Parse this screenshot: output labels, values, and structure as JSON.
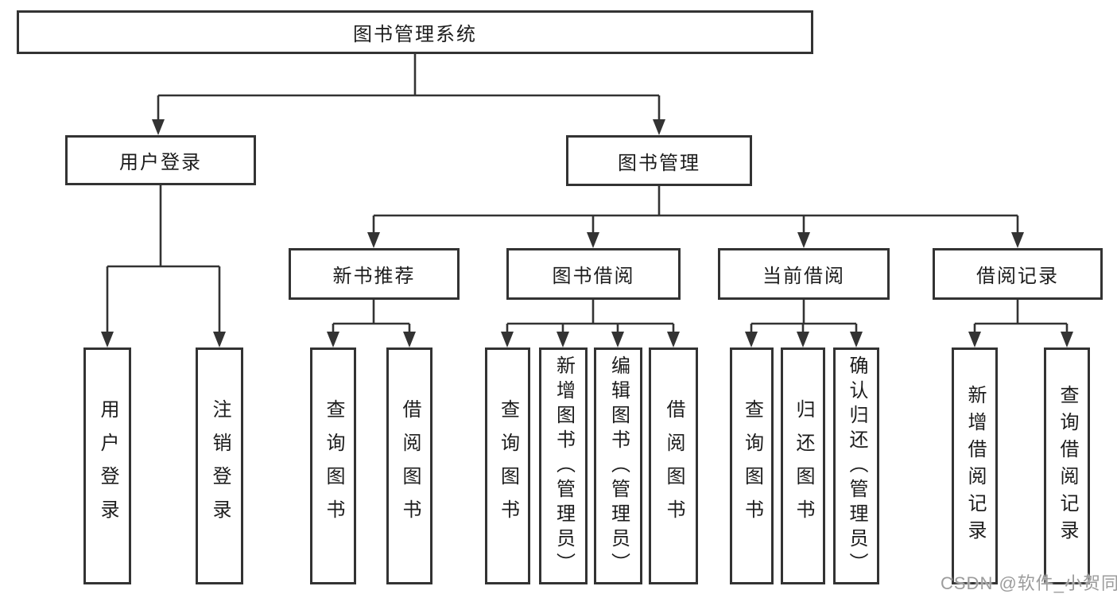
{
  "root": {
    "label": "图书管理系统"
  },
  "user_login": {
    "label": "用户登录",
    "children": [
      {
        "label": "用户登录"
      },
      {
        "label": "注销登录"
      }
    ]
  },
  "book_mgmt": {
    "label": "图书管理",
    "modules": [
      {
        "label": "新书推荐",
        "children": [
          {
            "label": "查询图书"
          },
          {
            "label": "借阅图书"
          }
        ]
      },
      {
        "label": "图书借阅",
        "children": [
          {
            "label": "查询图书"
          },
          {
            "label": "新增图书（管理员）"
          },
          {
            "label": "编辑图书（管理员）"
          },
          {
            "label": "借阅图书"
          }
        ]
      },
      {
        "label": "当前借阅",
        "children": [
          {
            "label": "查询图书"
          },
          {
            "label": "归还图书"
          },
          {
            "label": "确认归还（管理员）"
          }
        ]
      },
      {
        "label": "借阅记录",
        "children": [
          {
            "label": "新增借阅记录"
          },
          {
            "label": "查询借阅记录"
          }
        ]
      }
    ]
  },
  "watermark": {
    "text": "CSDN @软件_小贺同学"
  },
  "colors": {
    "line": "#333333",
    "text": "#1c1c1c",
    "background": "#ffffff",
    "watermark": "#9c9c9c"
  }
}
